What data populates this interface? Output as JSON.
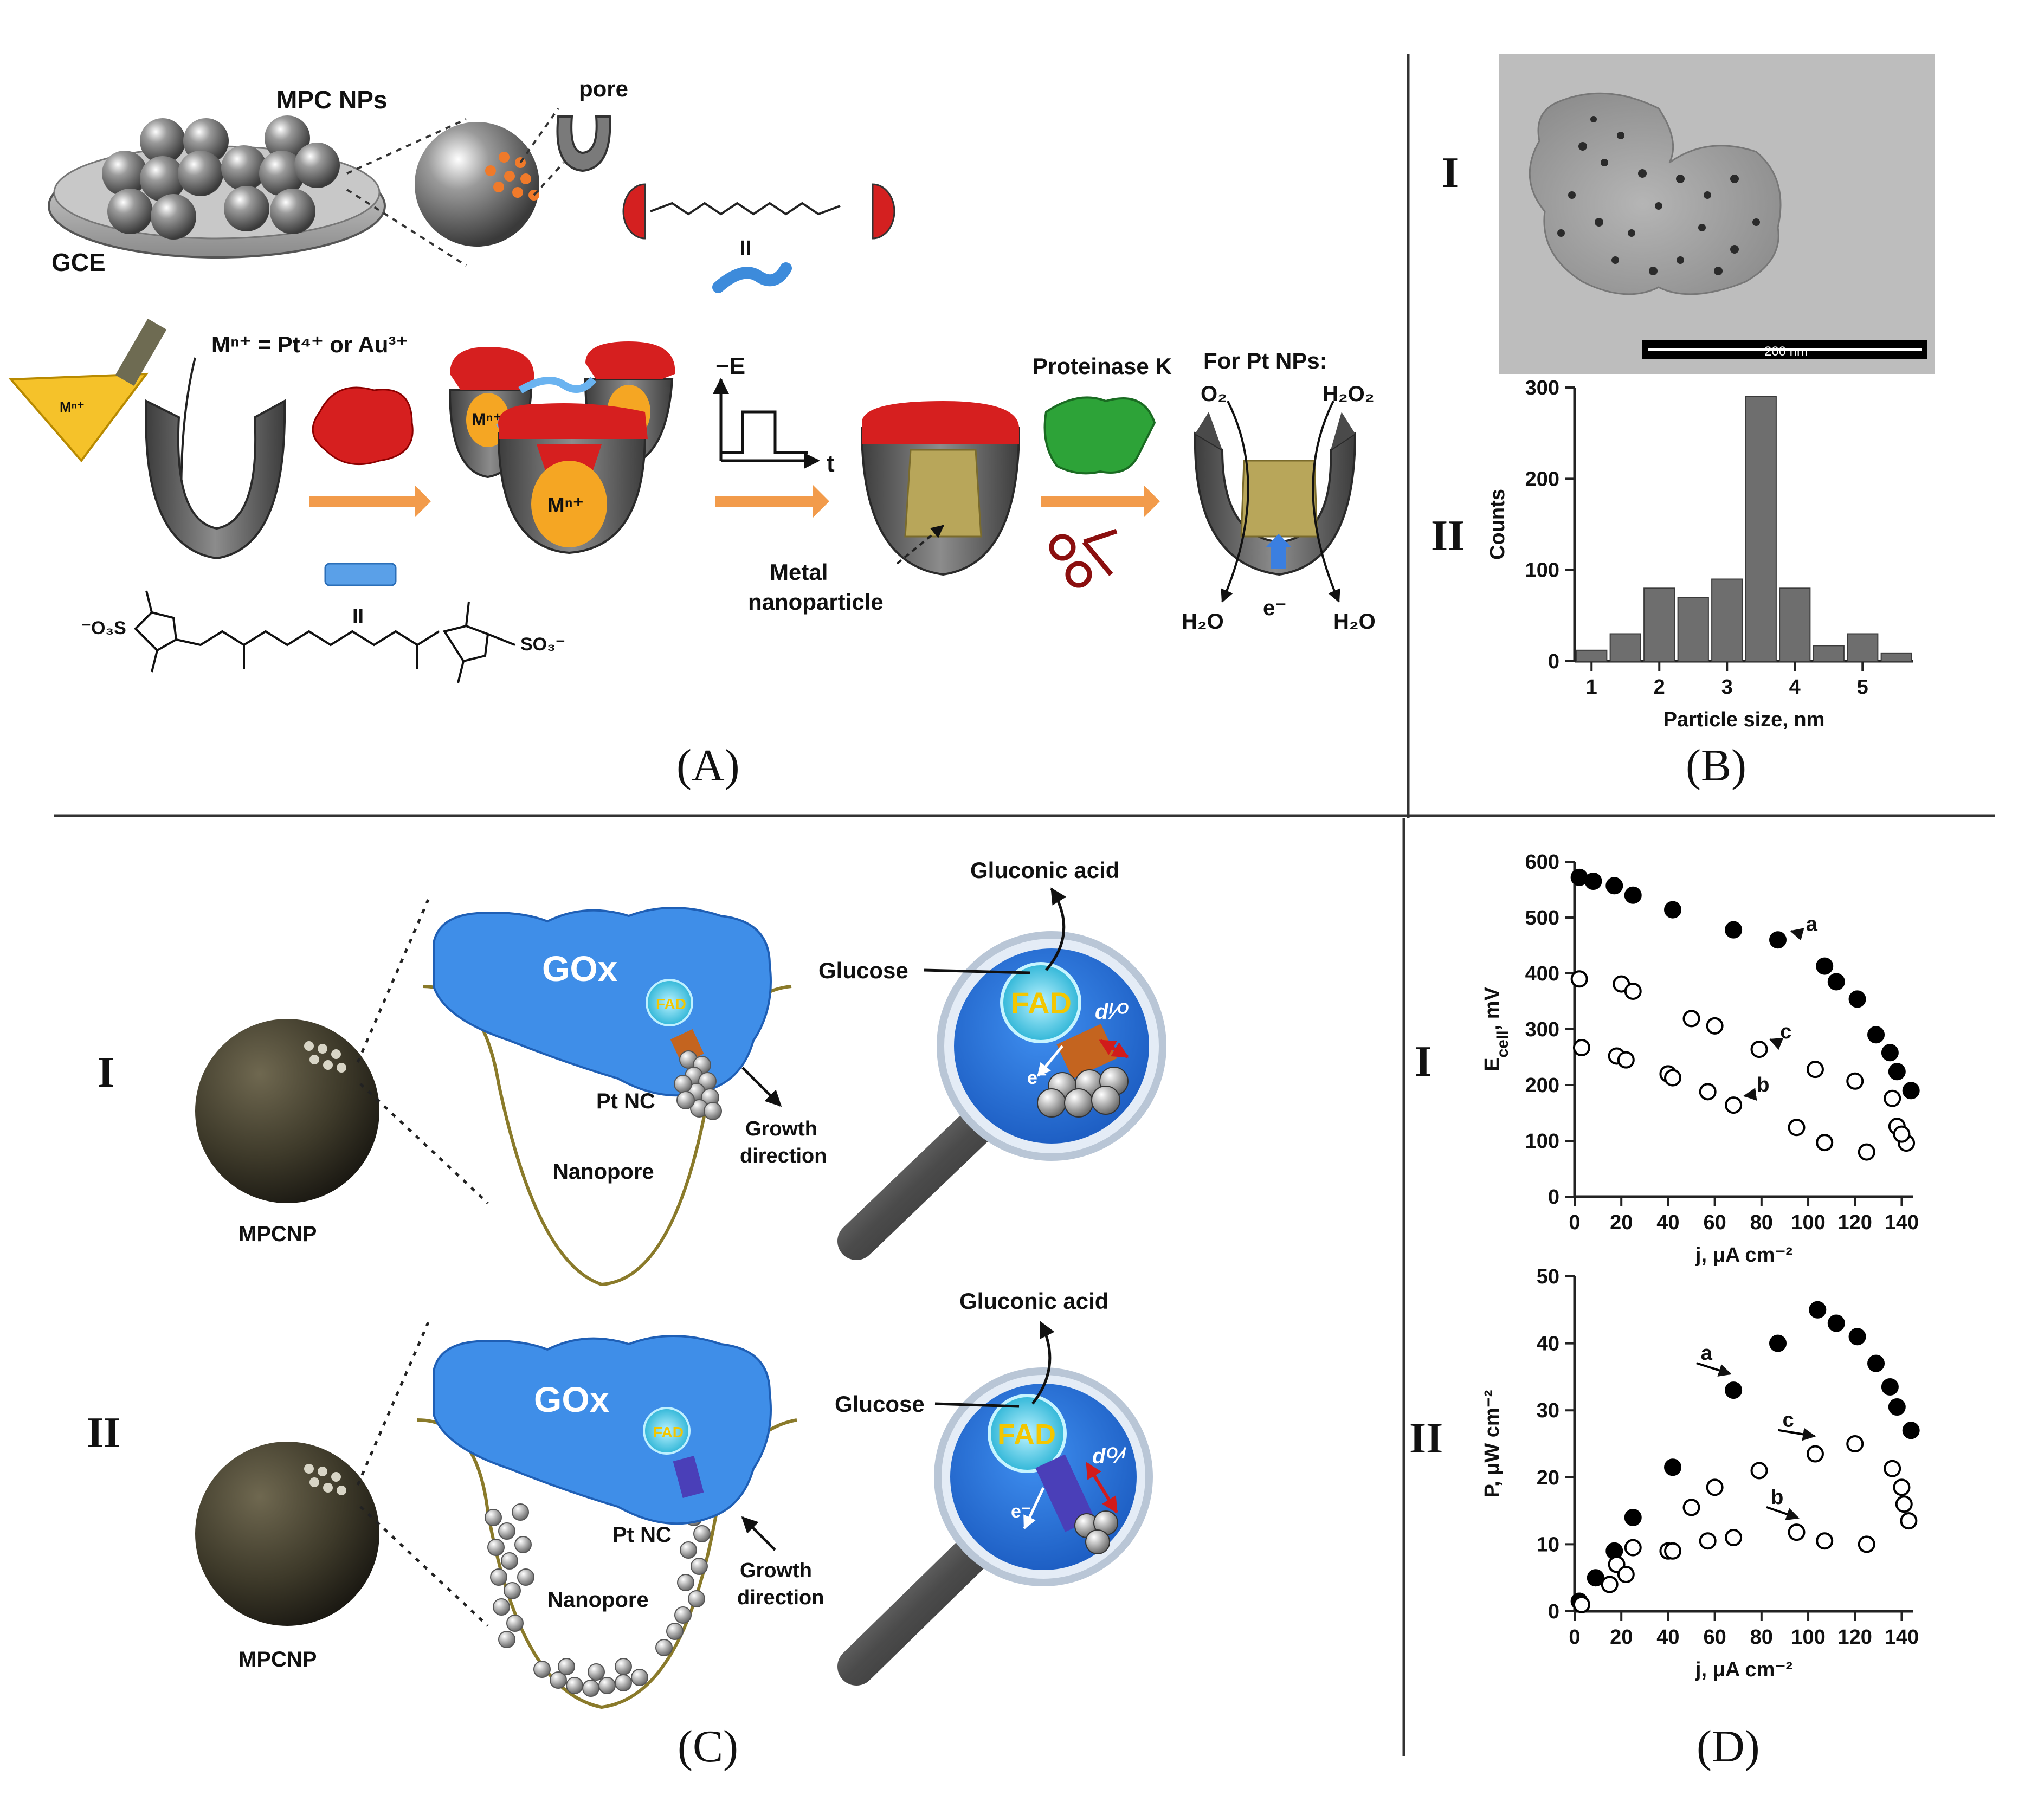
{
  "panels": {
    "A": {
      "label": "(A)",
      "mpc_nps": "MPC NPs",
      "gce": "GCE",
      "pore": "pore",
      "linker_mark": "II",
      "ion_label": "Mⁿ⁺ = Pt⁴⁺ or Au³⁺",
      "bottle_label": "Mⁿ⁺",
      "cup_label_1": "Mⁿ⁺",
      "cup_label_2": "Mⁿ⁺",
      "bar_mark": "II",
      "neg_e": "−E",
      "time": "t",
      "metal_np_1": "Metal",
      "metal_np_2": "nanoparticle",
      "proteinase": "Proteinase K",
      "for_pt": "For Pt NPs:",
      "o2": "O₂",
      "h2o2": "H₂O₂",
      "h2o_left": "H₂O",
      "h2o_right": "H₂O",
      "electron": "e⁻",
      "so3_left": "⁻O₃S",
      "so3_right": "SO₃⁻"
    },
    "B": {
      "label": "(B)",
      "sub_I": "I",
      "sub_II": "II",
      "scale_bar": "200 nm"
    },
    "C": {
      "label": "(C)",
      "sub_I": "I",
      "sub_II": "II",
      "gox": "GOx",
      "fad": "FAD",
      "pt_nc": "Pt NC",
      "nanopore": "Nanopore",
      "growth_1": "Growth",
      "growth_2": "direction",
      "mpcnp": "MPCNP",
      "gluconic": "Gluconic acid",
      "glucose": "Glucose",
      "electron": "e⁻",
      "d_io": "dᴵ⁄ᴼ",
      "d_oi": "dᴼ⁄ᴵ"
    },
    "D": {
      "label": "(D)",
      "sub_I": "I",
      "sub_II": "II"
    }
  },
  "chart_data": [
    {
      "id": "B-II",
      "type": "bar",
      "xlabel": "Particle size, nm",
      "ylabel": "Counts",
      "x": [
        1.0,
        1.5,
        2.0,
        2.5,
        3.0,
        3.5,
        4.0,
        4.5,
        5.0,
        5.5
      ],
      "values": [
        12,
        30,
        80,
        70,
        90,
        290,
        80,
        17,
        30,
        9
      ],
      "xlim": [
        0.75,
        5.75
      ],
      "ylim": [
        0,
        300
      ],
      "xticks": [
        1,
        2,
        3,
        4,
        5
      ],
      "yticks": [
        0,
        100,
        200,
        300
      ],
      "bar_color": "#6e6e6e"
    },
    {
      "id": "D-I",
      "type": "scatter",
      "xlabel": "j, μA cm⁻²",
      "ylabel": "Eₑₑₗₗ, mV",
      "ylabel_main": "E",
      "ylabel_sub": "cell",
      "ylabel_unit": ", mV",
      "xlim": [
        0,
        145
      ],
      "ylim": [
        0,
        600
      ],
      "xticks": [
        0,
        20,
        40,
        60,
        80,
        100,
        120,
        140
      ],
      "yticks": [
        0,
        100,
        200,
        300,
        400,
        500,
        600
      ],
      "series": [
        {
          "name": "a",
          "marker": "filled",
          "x": [
            2,
            8,
            17,
            25,
            42,
            68,
            87,
            107,
            112,
            121,
            129,
            135,
            138,
            144
          ],
          "y": [
            572,
            565,
            557,
            540,
            514,
            478,
            460,
            413,
            385,
            354,
            290,
            258,
            224,
            190
          ]
        },
        {
          "name": "b",
          "marker": "open",
          "x": [
            3,
            18,
            22,
            40,
            42,
            57,
            68,
            95,
            107,
            125,
            138,
            142
          ],
          "y": [
            267,
            252,
            245,
            220,
            213,
            188,
            164,
            124,
            97,
            80,
            126,
            96
          ]
        },
        {
          "name": "c",
          "marker": "open",
          "x": [
            2,
            20,
            25,
            50,
            60,
            79,
            103,
            120,
            136,
            140
          ],
          "y": [
            390,
            381,
            368,
            319,
            306,
            264,
            228,
            207,
            176,
            112
          ]
        }
      ],
      "annotations": [
        {
          "text": "a",
          "x": 99,
          "y": 488,
          "ax": 89,
          "ay": 462
        },
        {
          "text": "c",
          "x": 88,
          "y": 295,
          "ax": 80,
          "ay": 268
        },
        {
          "text": "b",
          "x": 78,
          "y": 200,
          "ax": 69,
          "ay": 167
        }
      ]
    },
    {
      "id": "D-II",
      "type": "scatter",
      "xlabel": "j, μA cm⁻²",
      "ylabel": "P, μW cm⁻²",
      "xlim": [
        0,
        145
      ],
      "ylim": [
        0,
        50
      ],
      "xticks": [
        0,
        20,
        40,
        60,
        80,
        100,
        120,
        140
      ],
      "yticks": [
        0,
        10,
        20,
        30,
        40,
        50
      ],
      "series": [
        {
          "name": "a",
          "marker": "filled",
          "x": [
            2,
            9,
            17,
            25,
            42,
            68,
            87,
            104,
            112,
            121,
            129,
            135,
            138,
            144
          ],
          "y": [
            1.5,
            5,
            9,
            14,
            21.5,
            33,
            40,
            45,
            43,
            41,
            37,
            33.5,
            30.5,
            27
          ]
        },
        {
          "name": "b",
          "marker": "open",
          "x": [
            3,
            15,
            18,
            22,
            40,
            42,
            57,
            68,
            95,
            107,
            125
          ],
          "y": [
            1,
            4,
            7,
            5.5,
            9,
            9,
            10.5,
            11,
            11.8,
            10.5,
            10
          ]
        },
        {
          "name": "c",
          "marker": "open",
          "x": [
            25,
            50,
            60,
            79,
            103,
            120,
            136,
            140,
            141,
            143
          ],
          "y": [
            9.5,
            15.5,
            18.5,
            21,
            23.5,
            25,
            21.3,
            18.5,
            16,
            13.5
          ]
        }
      ],
      "annotations": [
        {
          "text": "a",
          "x": 54,
          "y": 38.5,
          "ax": 63,
          "ay": 34.3
        },
        {
          "text": "c",
          "x": 89,
          "y": 28.5,
          "ax": 99,
          "ay": 25
        },
        {
          "text": "b",
          "x": 84,
          "y": 17,
          "ax": 92,
          "ay": 12.8
        }
      ]
    }
  ]
}
